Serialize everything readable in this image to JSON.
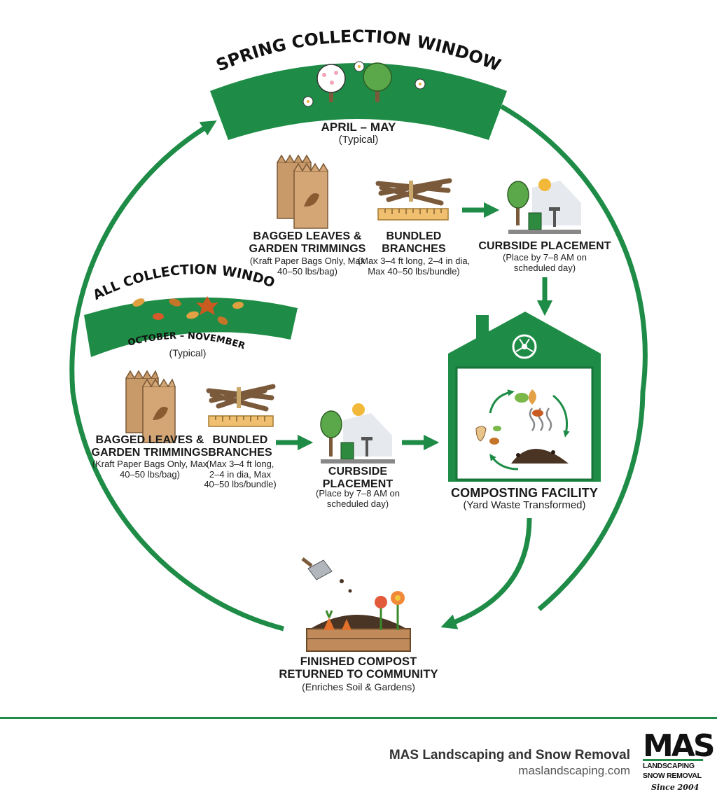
{
  "colors": {
    "green": "#1e8c46",
    "dark_green": "#17753a",
    "kraft": "#c89a6a",
    "wood": "#8a6a4a"
  },
  "spring": {
    "title": "SPRING COLLECTION WINDOW",
    "months": "APRIL – MAY",
    "typical": "(Typical)"
  },
  "spring_steps": {
    "bags_title": "BAGGED LEAVES & GARDEN TRIMMINGS",
    "bags_note": "(Kraft Paper Bags Only, Max 40–50 lbs/bag)",
    "branches_title": "BUNDLED BRANCHES",
    "branches_note": "(Max 3–4 ft long, 2–4 in dia, Max 40–50 lbs/bundle)",
    "curb_title": "CURBSIDE PLACEMENT",
    "curb_note": "(Place by 7–8 AM on scheduled day)"
  },
  "fall": {
    "title": "FALL COLLECTION WINDOW",
    "months": "OCTOBER – NOVEMBER",
    "typical": "(Typical)"
  },
  "fall_steps": {
    "bags_title": "BAGGED LEAVES & GARDEN TRIMMINGS",
    "bags_note": "(Kraft Paper Bags Only, Max 40–50 lbs/bag)",
    "branches_title": "BUNDLED BRANCHES",
    "branches_note": "(Max 3–4 ft long, 2–4 in dia, Max 40–50 lbs/bundle)",
    "curb_title": "CURBSIDE PLACEMENT",
    "curb_note": "(Place by 7–8 AM on scheduled day)"
  },
  "facility": {
    "title": "COMPOSTING FACILITY",
    "subtitle": "(Yard Waste Transformed)"
  },
  "compost": {
    "title": "FINISHED COMPOST RETURNED TO COMMUNITY",
    "subtitle": "(Enriches Soil & Gardens)"
  },
  "footer": {
    "company": "MAS Landscaping and Snow Removal",
    "url": "maslandscaping.com"
  },
  "logo": {
    "mark": "MAS",
    "line1": "LANDSCAPING",
    "line2": "SNOW REMOVAL",
    "since": "Since 2004"
  }
}
